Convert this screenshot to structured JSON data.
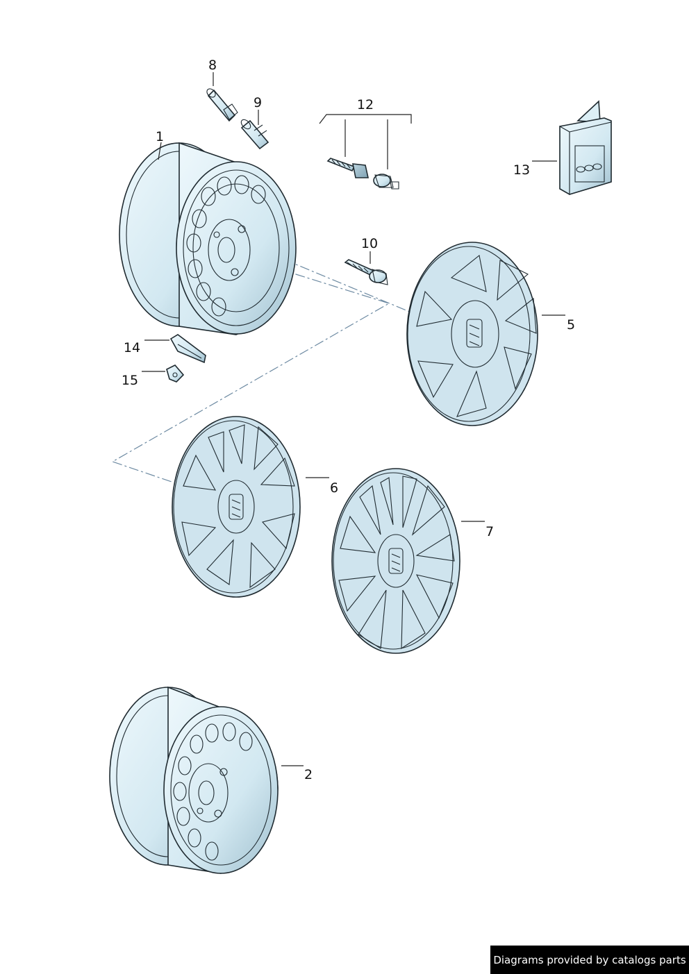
{
  "callouts": {
    "c1": "1",
    "c2": "2",
    "c5": "5",
    "c6": "6",
    "c7": "7",
    "c8": "8",
    "c9": "9",
    "c10": "10",
    "c12": "12",
    "c13": "13",
    "c14": "14",
    "c15": "15"
  },
  "footer": {
    "text": "Diagrams provided by catalogs parts"
  },
  "colors": {
    "part_fill": "#e4f3f9",
    "part_shade": "#a9c9d8",
    "outline": "#1f2a30",
    "leader_dash": "#6d8aa2"
  }
}
